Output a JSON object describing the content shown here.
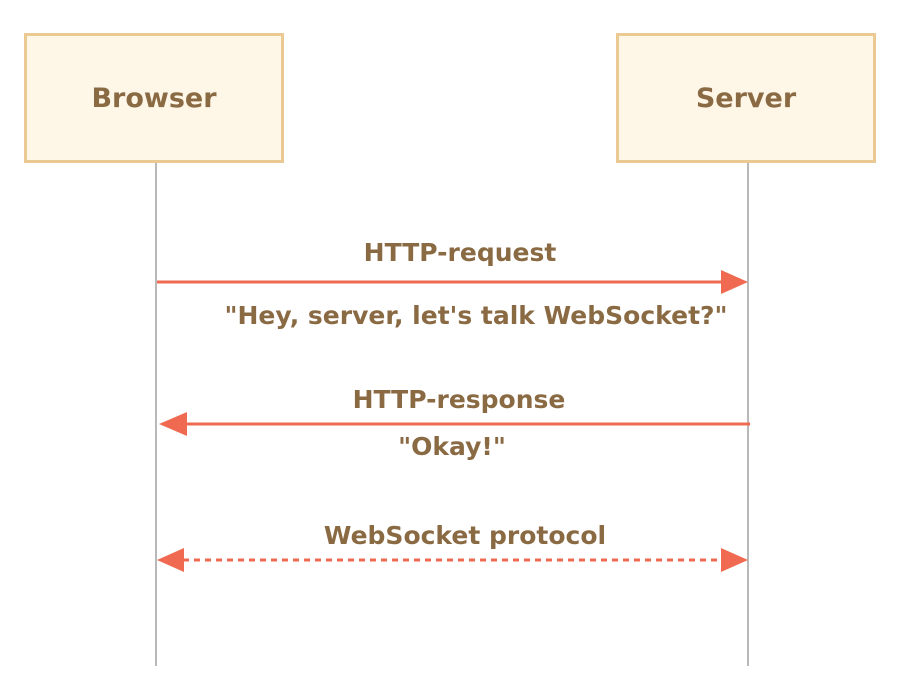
{
  "participants": {
    "browser": "Browser",
    "server": "Server"
  },
  "messages": [
    {
      "label": "HTTP-request",
      "note": "\"Hey, server, let's talk WebSocket?\""
    },
    {
      "label": "HTTP-response",
      "note": "\"Okay!\""
    },
    {
      "label": "WebSocket protocol"
    }
  ],
  "colors": {
    "box_border": "#ebc993",
    "box_fill": "#fef7e8",
    "text": "#8a6a43",
    "arrow": "#ef6a50",
    "lifeline": "#a2a2a2"
  }
}
